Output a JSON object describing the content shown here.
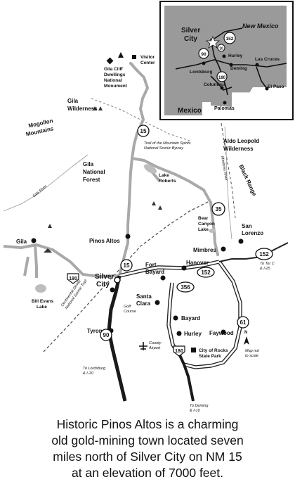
{
  "map": {
    "places": {
      "visitor_center": "Visitor\nCenter",
      "gila_cliff": "Gila Cliff\nDwellings\nNational\nMonument",
      "gila_wilderness": "Gila\nWilderness",
      "mogollon": "Mogollon\nMountains",
      "gila_forest": "Gila\nNational\nForest",
      "lake_roberts": "Lake\nRoberts",
      "byway": "Trail of the Mountain Spirits\nNational Scenic Byway",
      "aldo": "Aldo Leopold\nWilderness",
      "black_range": "Black Range",
      "mimbres_river": "Mimbres River",
      "gila_river": "Gila River",
      "bear_canyon": "Bear\nCanyon\nLake",
      "pinos_altos": "Pinos Altos",
      "gila": "Gila",
      "san_lorenzo": "San\nLorenzo",
      "mimbres": "Mimbres",
      "continental_divide": "Continental Divide\nNational Scenic Trail",
      "fort_bayard": "Fort\nBayard",
      "hanover": "Hanover",
      "silver_city": "Silver\nCity",
      "santa_clara": "Santa\nClara",
      "bill_evans": "Bill Evans\nLake",
      "golf": "Golf\nCourse",
      "tyrone": "Tyrone",
      "bayard": "Bayard",
      "hurley": "Hurley",
      "faywood": "Faywood",
      "county_airport": "County\nAirport",
      "city_of_rocks": "City of Rocks\nState Park",
      "map_not_to_scale": "Map not\nto scale",
      "to_lordsburg": "To Lordsburg\n& I-10",
      "to_deming": "To Deming\n& I-10",
      "to_tor_c": "To Tor C\n& I-25"
    },
    "shields": {
      "nm15_north": "15",
      "nm15_south": "15",
      "nm35": "35",
      "us180_west": "180",
      "us180_south": "180",
      "nm90": "90",
      "nm152_east": "152",
      "nm152_center": "152",
      "nm356": "356",
      "nm61": "61"
    },
    "inset": {
      "new_mexico": "New Mexico",
      "silver_city": "Silver\nCity",
      "hurley": "Hurley",
      "lordsburg": "Lordsburg",
      "deming": "Deming",
      "las_cruces": "Las Cruces",
      "columbus": "Columbus",
      "el_paso": "El Paso",
      "palomas": "Palomas",
      "mexico": "Mexico",
      "shield_152": "152",
      "shield_90": "90",
      "shield_180": "180",
      "shield_10": "10"
    }
  },
  "caption": {
    "line1": "Historic Pinos Altos is a charming",
    "line2": "old gold-mining town located seven",
    "line3": "miles north of Silver City on NM 15",
    "line4": "at an elevation of 7000 feet."
  },
  "colors": {
    "road": "#a9a9a9",
    "highway": "#1a1a1a",
    "inset_land": "#9a9a9a",
    "water": "#bdbdbd"
  }
}
